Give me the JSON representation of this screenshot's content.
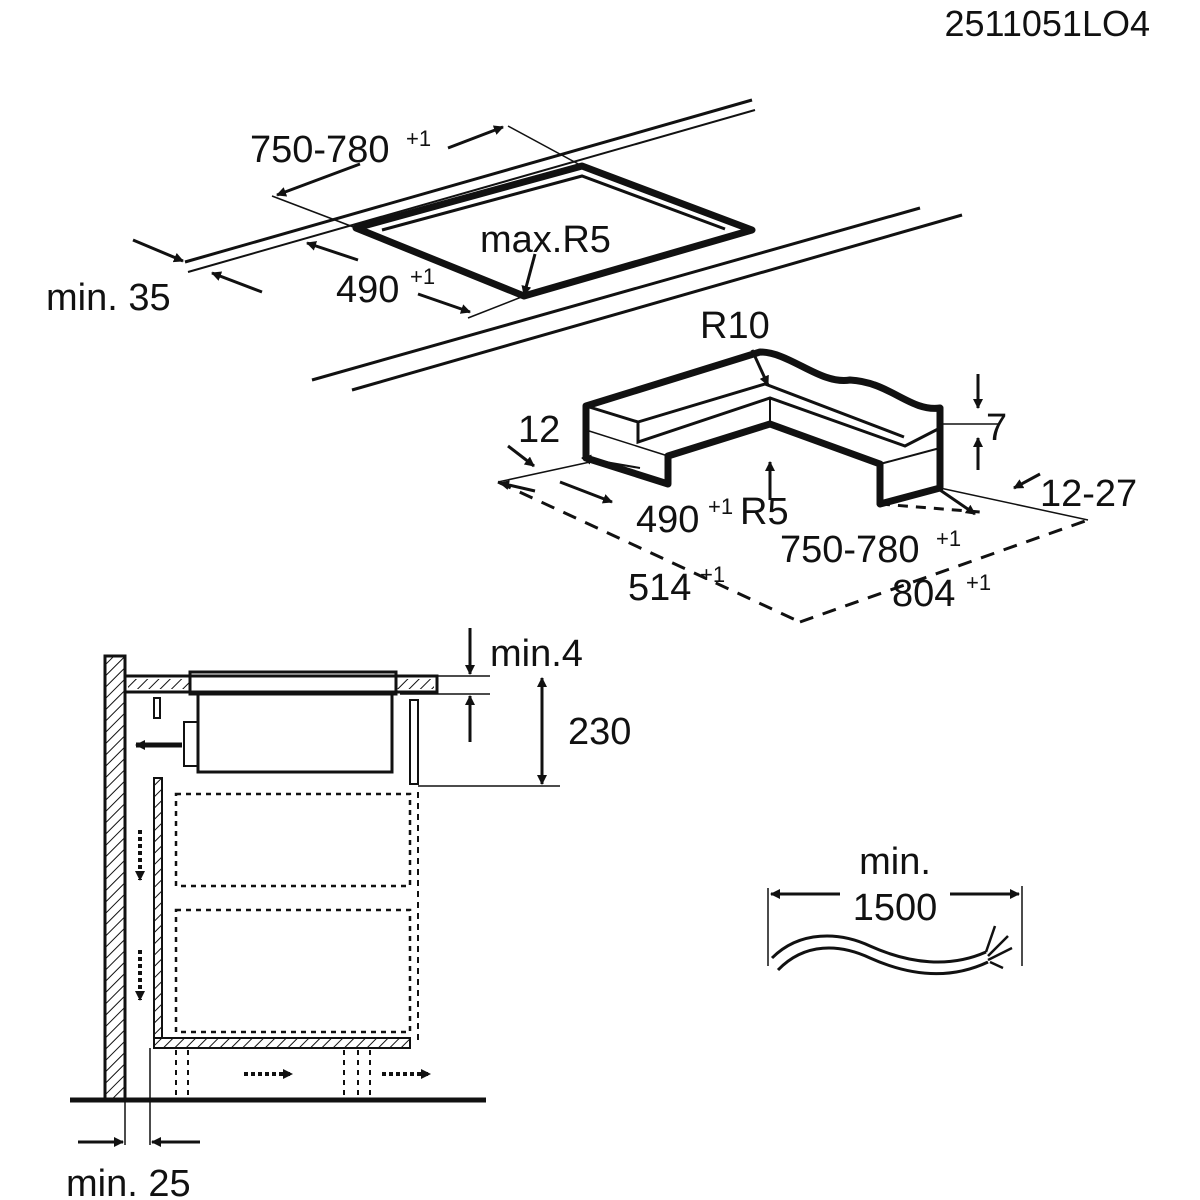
{
  "document": {
    "code": "2511051LO4"
  },
  "cutout": {
    "width_label": "750-780",
    "width_tol": "+1",
    "depth_label": "490",
    "depth_tol": "+1",
    "corner_label": "max.R5",
    "edge_label": "min. 35"
  },
  "frame": {
    "outer_radius_label": "R10",
    "edge_label": "12",
    "step_label": "7",
    "side_label": "12-27",
    "inner_depth_label": "490",
    "inner_depth_tol": "+1",
    "inner_radius_label": "R5",
    "inner_width_label": "750-780",
    "inner_width_tol": "+1",
    "outer_depth_label": "514",
    "outer_depth_tol": "+1",
    "outer_width_label": "804",
    "outer_width_tol": "+1"
  },
  "section": {
    "gap_label": "min.4",
    "height_label": "230",
    "wall_gap_label": "min. 25"
  },
  "cable": {
    "min_label": "min.",
    "length_label": "1500"
  },
  "colors": {
    "ink": "#111111",
    "background": "#ffffff"
  }
}
